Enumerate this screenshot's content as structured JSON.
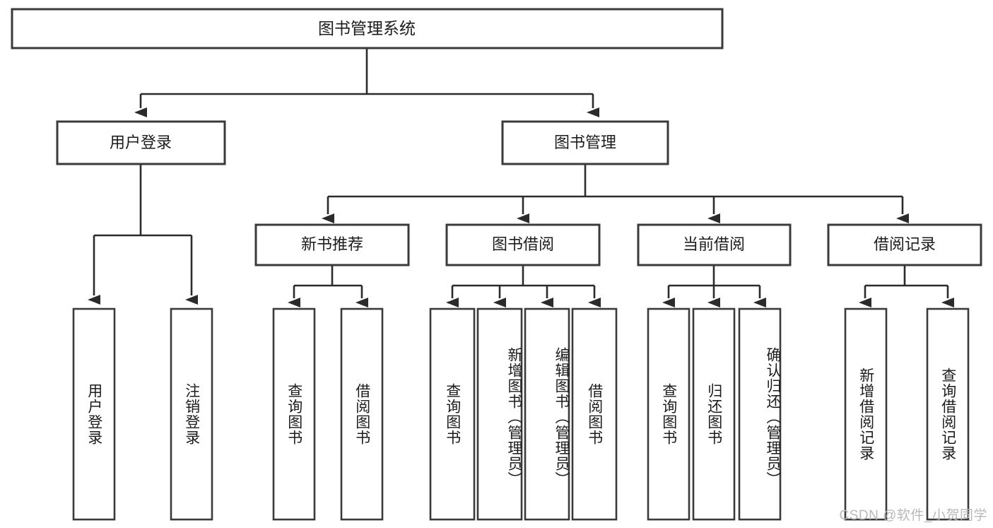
{
  "diagram": {
    "type": "hierarchy-tree",
    "title": "图书管理系统",
    "root": {
      "label": "图书管理系统",
      "level": 0
    },
    "level1": [
      {
        "id": "user-login",
        "label": "用户登录"
      },
      {
        "id": "book-management",
        "label": "图书管理"
      }
    ],
    "level2": [
      {
        "id": "new-book-recommend",
        "label": "新书推荐",
        "parent": "book-management"
      },
      {
        "id": "book-borrow",
        "label": "图书借阅",
        "parent": "book-management"
      },
      {
        "id": "current-borrow",
        "label": "当前借阅",
        "parent": "book-management"
      },
      {
        "id": "borrow-record",
        "label": "借阅记录",
        "parent": "book-management"
      }
    ],
    "leaves": {
      "user-login": [
        {
          "id": "leaf-user-login",
          "label": "用户登录"
        },
        {
          "id": "leaf-user-logout",
          "label": "注销登录"
        }
      ],
      "new-book-recommend": [
        {
          "id": "leaf-query-book-1",
          "label": "查询图书"
        },
        {
          "id": "leaf-borrow-book-1",
          "label": "借阅图书"
        }
      ],
      "book-borrow": [
        {
          "id": "leaf-query-book-2",
          "label": "查询图书"
        },
        {
          "id": "leaf-add-book",
          "label": "新增图书（管理员）"
        },
        {
          "id": "leaf-edit-book",
          "label": "编辑图书（管理员）"
        },
        {
          "id": "leaf-borrow-book-2",
          "label": "借阅图书"
        }
      ],
      "current-borrow": [
        {
          "id": "leaf-query-book-3",
          "label": "查询图书"
        },
        {
          "id": "leaf-return-book",
          "label": "归还图书"
        },
        {
          "id": "leaf-confirm-return",
          "label": "确认归还（管理员）"
        }
      ],
      "borrow-record": [
        {
          "id": "leaf-add-record",
          "label": "新增借阅记录"
        },
        {
          "id": "leaf-query-record",
          "label": "查询借阅记录"
        }
      ]
    },
    "watermark": "CSDN @软件_小贺同学",
    "colors": {
      "box_border": "#3a3a3a",
      "connector": "#2b2b2b",
      "box_fill": "#ffffff",
      "text": "#1c1c1c",
      "watermark": "#b9b9b9",
      "background": "#ffffff"
    }
  }
}
